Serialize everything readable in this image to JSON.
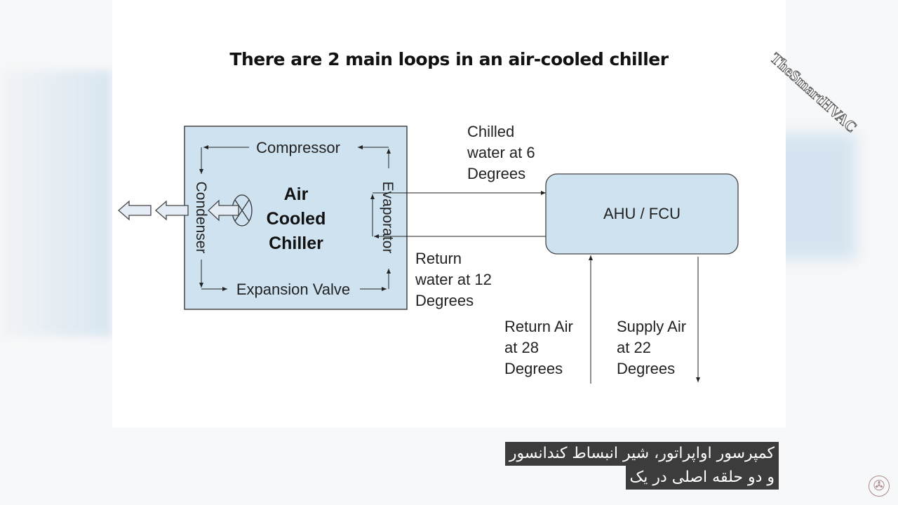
{
  "title": "There are 2 main loops in an air-cooled chiller",
  "watermark": "TheSmartHVAC",
  "chiller": {
    "compressor": "Compressor",
    "condenser": "Condenser",
    "evaporator": "Evaporator",
    "expansion_valve": "Expansion Valve",
    "center_line1": "Air",
    "center_line2": "Cooled",
    "center_line3": "Chiller"
  },
  "ahu_label": "AHU / FCU",
  "chilled_water": [
    "Chilled",
    "water at 6",
    "Degrees"
  ],
  "return_water": [
    "Return",
    "water at 12",
    "Degrees"
  ],
  "return_air": [
    "Return Air",
    "at 28",
    "Degrees"
  ],
  "supply_air": [
    "Supply Air",
    "at 22",
    "Degrees"
  ],
  "subtitles": [
    "کمپرسور اواپراتور، شیر انبساط کندانسور",
    "و دو حلقه اصلی در یک"
  ],
  "colors": {
    "box_fill": "#cfe2f0",
    "line": "#222222"
  }
}
